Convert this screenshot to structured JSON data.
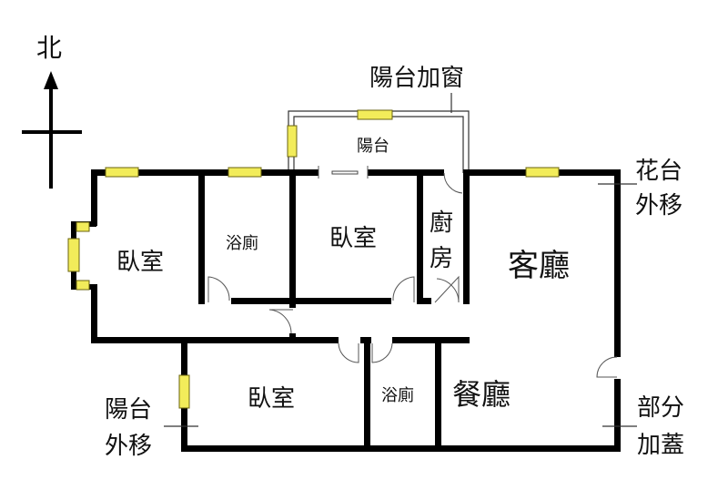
{
  "compass": {
    "north_label": "北"
  },
  "rooms": {
    "bedroom_west": "臥室",
    "bathroom_north": "浴廁",
    "bedroom_middle": "臥室",
    "kitchen_1": "廚",
    "kitchen_2": "房",
    "living_room": "客廳",
    "balcony": "陽台",
    "bedroom_south": "臥室",
    "bathroom_south": "浴廁",
    "dining_room": "餐廳"
  },
  "annotations": {
    "balcony_window": "陽台加窗",
    "planter_1": "花台",
    "planter_2": "外移",
    "partial_1": "部分",
    "partial_2": "加蓋",
    "balcony_out_1": "陽台",
    "balcony_out_2": "外移"
  },
  "colors": {
    "wall": "#000000",
    "window": "#f2ec5a"
  }
}
